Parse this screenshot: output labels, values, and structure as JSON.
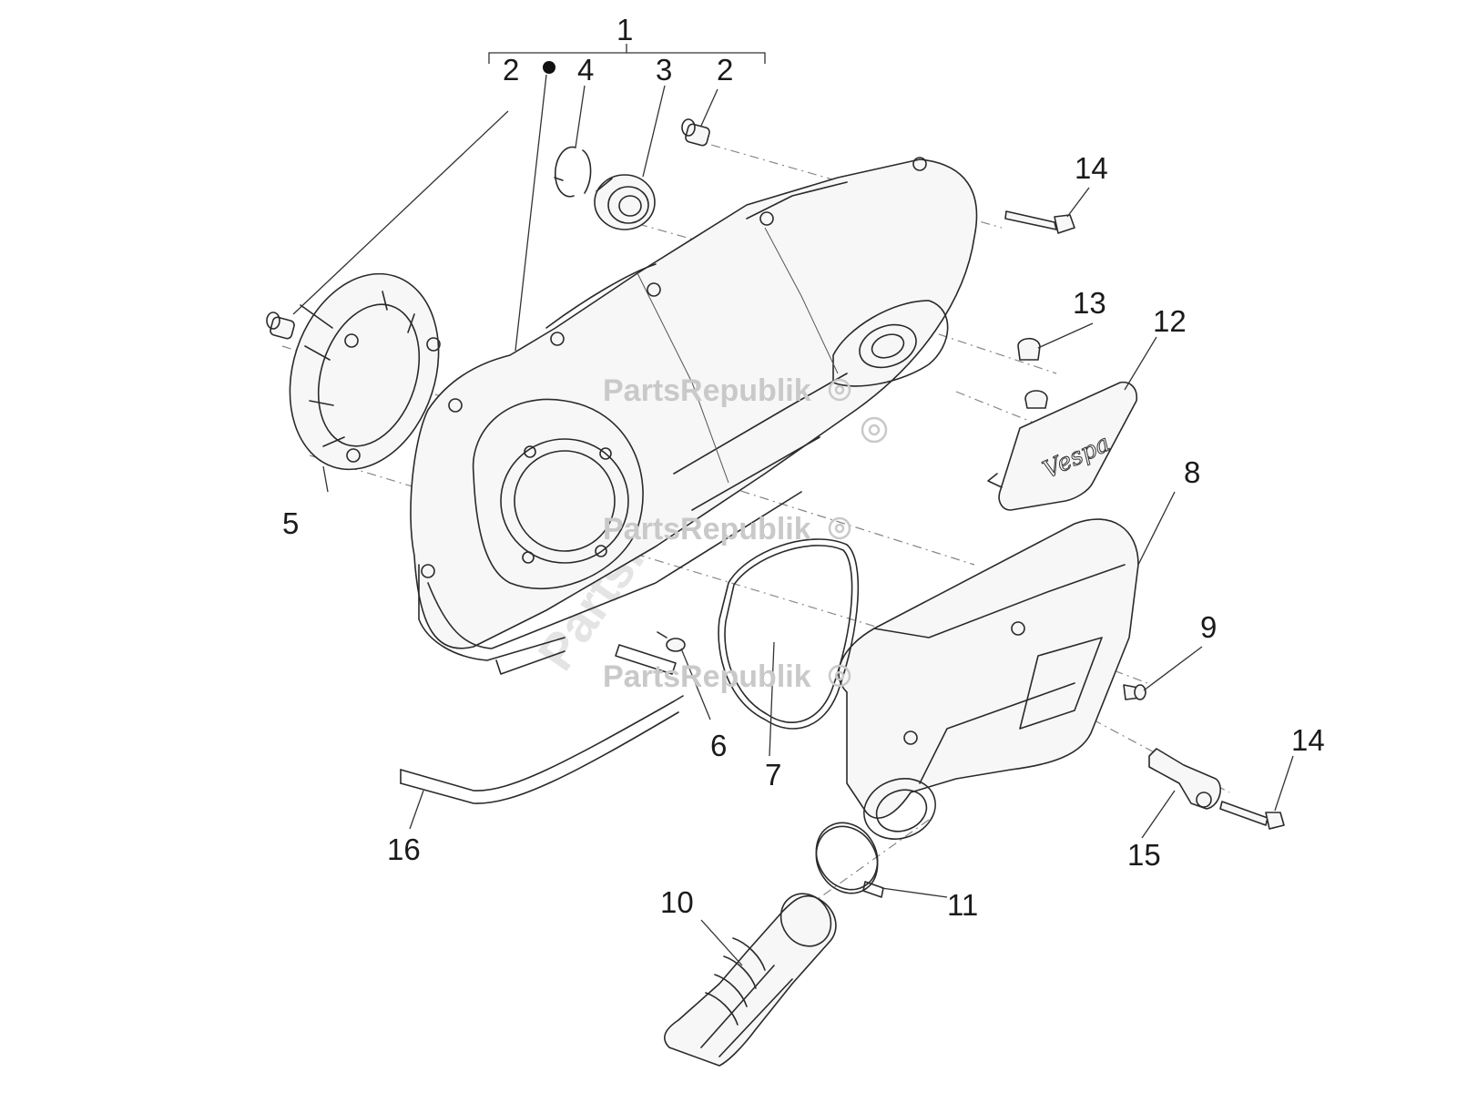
{
  "callouts": {
    "c1": "1",
    "c2a": "2",
    "c2b": "2",
    "c3": "3",
    "c4": "4",
    "c5": "5",
    "c6": "6",
    "c7": "7",
    "c8": "8",
    "c9": "9",
    "c10": "10",
    "c11": "11",
    "c12": "12",
    "c13": "13",
    "c14a": "14",
    "c14b": "14",
    "c15": "15",
    "c16": "16"
  },
  "watermark": {
    "brand": "PartsRepublik",
    "icon": "gear-icon"
  }
}
